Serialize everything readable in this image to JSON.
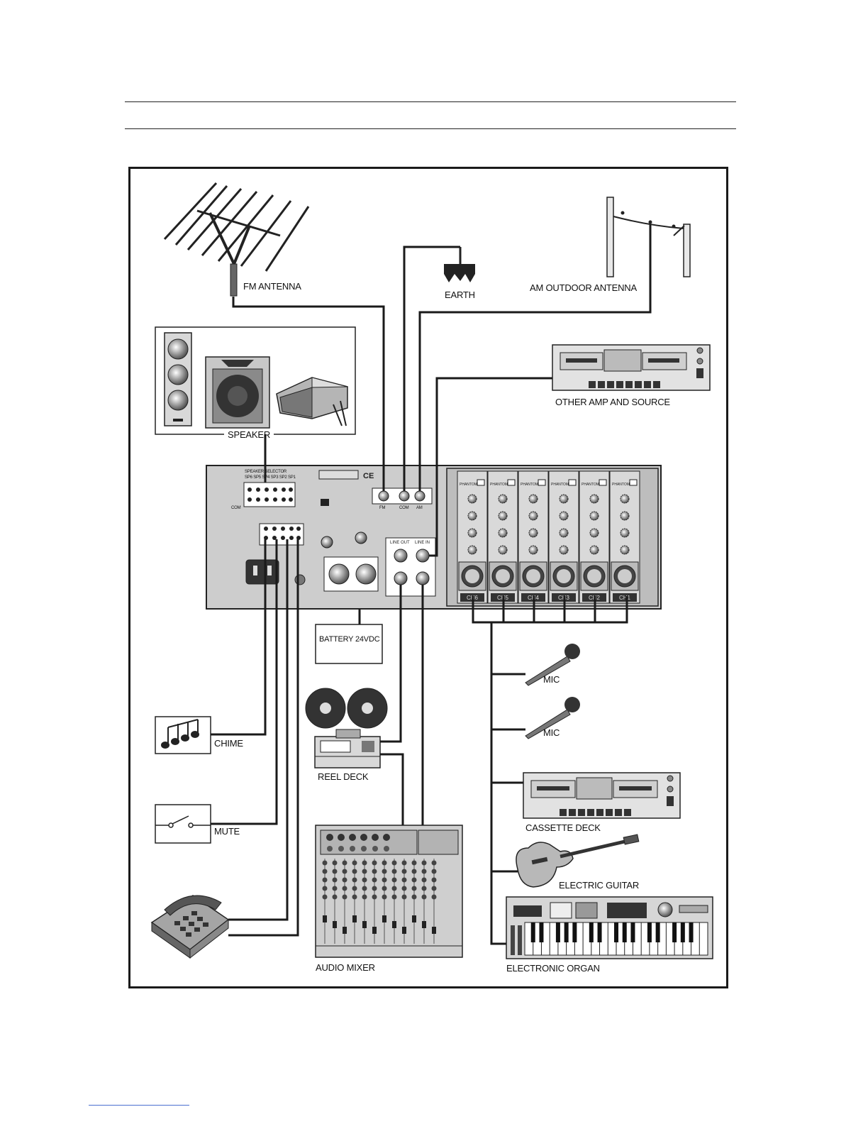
{
  "labels": {
    "fm_antenna": "FM ANTENNA",
    "earth": "EARTH",
    "am_outdoor_antenna": "AM OUTDOOR ANTENNA",
    "speaker": "SPEAKER",
    "other_amp_and_source": "OTHER AMP AND SOURCE",
    "battery": "BATTERY 24VDC",
    "mic_1": "MIC",
    "mic_2": "MIC",
    "chime": "CHIME",
    "reel_deck": "REEL DECK",
    "mute": "MUTE",
    "cassette_deck": "CASSETTE DECK",
    "electric_guitar": "ELECTRIC GUITAR",
    "audio_mixer": "AUDIO MIXER",
    "electronic_organ": "ELECTRONIC ORGAN"
  },
  "amplifier": {
    "speaker_selector": "SPEAKER SELECTOR",
    "speaker_terminals": "SP6 SP5 SP4 SP3 SP2 SP1",
    "com": "COM",
    "antenna_jacks": [
      "FM",
      "COM",
      "AM"
    ],
    "line_out": "LINE OUT",
    "line_in": "LINE IN",
    "phantom": "PHANTOM",
    "channels": [
      "CH6",
      "CH5",
      "CH4",
      "CH3",
      "CH2",
      "CH1"
    ]
  },
  "colors": {
    "line": "#1a1a1a",
    "panel": "#cfcfcf",
    "panel_dark": "#8c8c8c"
  }
}
